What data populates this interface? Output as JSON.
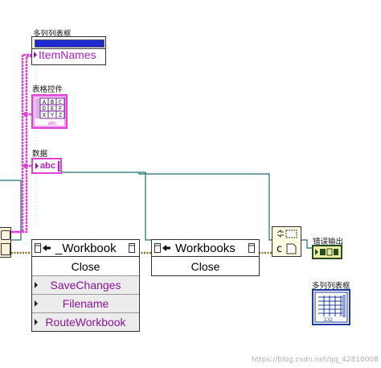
{
  "labels": {
    "multicolumn_top": "多列列表框",
    "table_control": "表格控件",
    "data": "数据",
    "error_out": "错误输出",
    "multicolumn_bottom": "多列列表框"
  },
  "item_names_node": {
    "text": "ItemNames"
  },
  "workbook_node": {
    "title": "_Workbook",
    "method": "Close",
    "params": [
      "SaveChanges",
      "Filename",
      "RouteWorkbook"
    ]
  },
  "workbooks_node": {
    "title": "Workbooks",
    "method": "Close"
  },
  "data_node": {
    "text": "abc"
  },
  "table_node": {
    "cells": [
      "A",
      "B",
      "C",
      "D",
      "E",
      "F",
      "X",
      "Y",
      "Z"
    ],
    "footer": "abc"
  },
  "watermark": "https://blog.csdn.net/qq_42810008",
  "colors": {
    "wire_pink": "#e040d8",
    "wire_teal": "#1a6e72",
    "wire_brown": "#8b7a2a"
  }
}
